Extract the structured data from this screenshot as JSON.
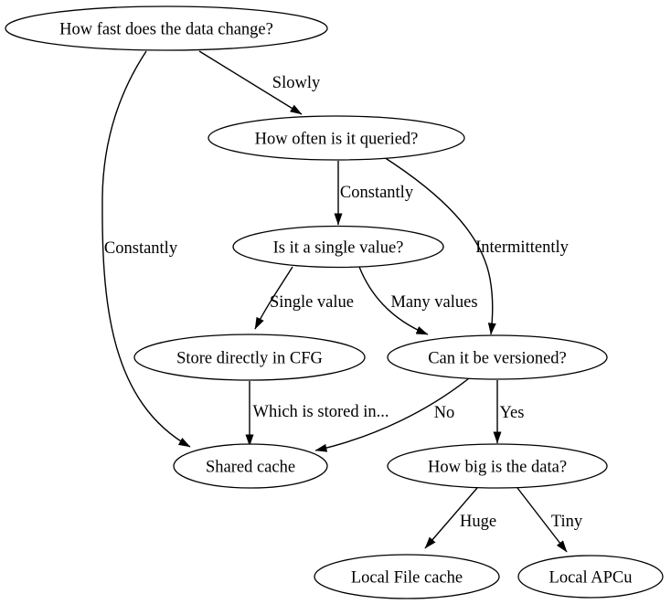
{
  "diagram": {
    "kind": "decision-flowchart",
    "background_color": "#ffffff",
    "line_color": "#000000",
    "text_color": "#000000",
    "nodes": {
      "how_fast": {
        "label": "How fast does the data change?"
      },
      "how_often": {
        "label": "How often is it queried?"
      },
      "single_value_q": {
        "label": "Is it a single value?"
      },
      "store_cfg": {
        "label": "Store directly in CFG"
      },
      "versioned": {
        "label": "Can it be versioned?"
      },
      "shared_cache": {
        "label": "Shared cache"
      },
      "how_big": {
        "label": "How big is the data?"
      },
      "local_file": {
        "label": "Local File cache"
      },
      "local_apcu": {
        "label": "Local APCu"
      }
    },
    "edges": {
      "slowly": {
        "label": "Slowly",
        "from": "how_fast",
        "to": "how_often"
      },
      "constantly_left": {
        "label": "Constantly",
        "from": "how_fast",
        "to": "shared_cache"
      },
      "constantly_mid": {
        "label": "Constantly",
        "from": "how_often",
        "to": "single_value_q"
      },
      "intermittently": {
        "label": "Intermittently",
        "from": "how_often",
        "to": "versioned"
      },
      "single_value": {
        "label": "Single value",
        "from": "single_value_q",
        "to": "store_cfg"
      },
      "many_values": {
        "label": "Many values",
        "from": "single_value_q",
        "to": "versioned"
      },
      "which_stored": {
        "label": "Which is stored in...",
        "from": "store_cfg",
        "to": "shared_cache"
      },
      "no": {
        "label": "No",
        "from": "versioned",
        "to": "shared_cache"
      },
      "yes": {
        "label": "Yes",
        "from": "versioned",
        "to": "how_big"
      },
      "huge": {
        "label": "Huge",
        "from": "how_big",
        "to": "local_file"
      },
      "tiny": {
        "label": "Tiny",
        "from": "how_big",
        "to": "local_apcu"
      }
    }
  }
}
